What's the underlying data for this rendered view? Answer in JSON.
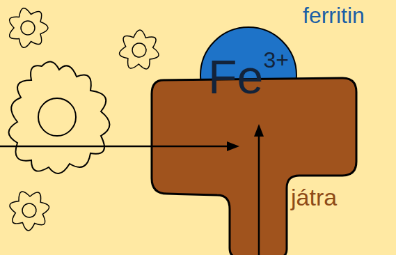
{
  "diagram": {
    "nodes": [
      {
        "text": [
          "ferritin",
          "Fe",
          "3+"
        ]
      },
      {
        "text": [
          "játra"
        ]
      }
    ]
  }
}
